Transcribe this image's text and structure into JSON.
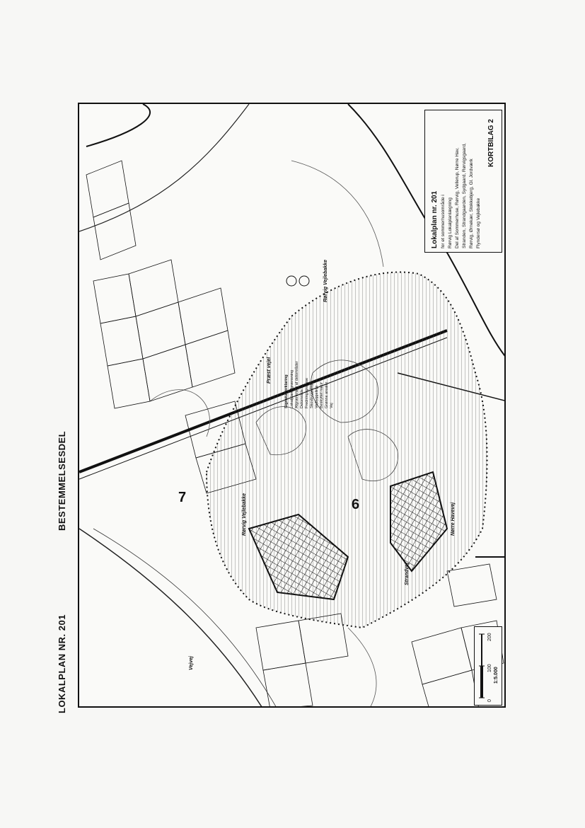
{
  "page": {
    "header_left": "LOKALPLAN NR. 201",
    "header_right": "BESTEMMELSESDEL"
  },
  "legend": {
    "title": "Lokalplan nr. 201",
    "lines": [
      "for et sommerhusområde i",
      "Rørvig Lokalplanlægning",
      "Del af Sommerhuse, Rørvig, Vellerup, Nørre Hav,",
      "Stranden, Strandgaarden, Sydgaard, Rørvigsgaard,",
      "Rørvig, Ørnekær, Stokkebjerg, Gl. Jordværk",
      "Flyndersø og Vejlebakke"
    ],
    "kortbilag": "KORTBILAG 2"
  },
  "map_labels": {
    "area7": "7",
    "area6": "6",
    "label_a": "Rørvig Vejlebakke",
    "label_b": "Rørvig Vejlebakke",
    "label_c": "Præst vejel",
    "label_d": "Vejvej",
    "label_e": "Strandvej",
    "label_f": "Nørre Havevej"
  },
  "symbol_legend": {
    "items": [
      "Signaturforklaring",
      "Lokalplanafgrænsning",
      "Afgrænsning af delområder",
      "Delområde nr.",
      "Fredningsgrænse",
      "Skovbyggelinje",
      "Vejbyggelinje",
      "Beskyttet natur",
      "Grønne arealer",
      "Vej"
    ]
  },
  "scale": {
    "ticks": [
      "0",
      "100",
      "200"
    ],
    "ratio": "1:5.000"
  }
}
